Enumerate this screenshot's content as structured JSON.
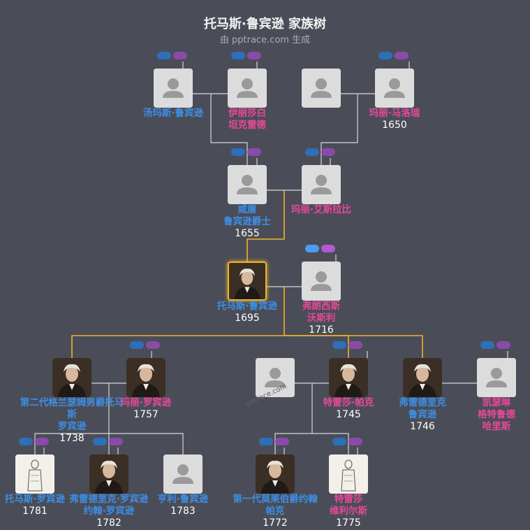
{
  "header": {
    "title": "托马斯·鲁宾逊 家族树",
    "subtitle": "由 pptrace.com 生成"
  },
  "colors": {
    "male": "#3d8ee6",
    "female": "#e8489a",
    "selected_line": "#f0b429",
    "line": "#d8d8d8",
    "background": "#4a4d57"
  },
  "people": [
    {
      "id": "p1",
      "name": [
        "汤玛斯·鲁宾逊"
      ],
      "year": "",
      "gender": "m",
      "photo": "placeholder"
    },
    {
      "id": "p2",
      "name": [
        "伊丽莎白",
        "坦克雷德"
      ],
      "year": "",
      "gender": "f",
      "photo": "placeholder"
    },
    {
      "id": "p3",
      "name": [],
      "year": "",
      "gender": "m",
      "photo": "placeholder"
    },
    {
      "id": "p4",
      "name": [
        "玛丽·马洛瑞"
      ],
      "year": "1650",
      "gender": "f",
      "photo": "placeholder"
    },
    {
      "id": "p5",
      "name": [
        "威廉",
        "鲁宾逊爵士"
      ],
      "year": "1655",
      "gender": "m",
      "photo": "placeholder"
    },
    {
      "id": "p6",
      "name": [
        "玛丽·艾斯拉比"
      ],
      "year": "",
      "gender": "f",
      "photo": "placeholder"
    },
    {
      "id": "p7",
      "name": [
        "托马斯·鲁宾逊"
      ],
      "year": "1695",
      "gender": "m",
      "photo": "portrait",
      "selected": true
    },
    {
      "id": "p8",
      "name": [
        "弗朗西斯",
        "沃斯利"
      ],
      "year": "1716",
      "gender": "f",
      "photo": "placeholder"
    },
    {
      "id": "p9",
      "name": [
        "第二代格兰瑟姆男爵托马斯",
        "罗宾逊"
      ],
      "year": "1738",
      "gender": "m",
      "photo": "portrait"
    },
    {
      "id": "p10",
      "name": [
        "玛丽·罗宾逊"
      ],
      "year": "1757",
      "gender": "f",
      "photo": "portrait"
    },
    {
      "id": "p11",
      "name": [],
      "year": "",
      "gender": "m",
      "photo": "placeholder"
    },
    {
      "id": "p12",
      "name": [
        "特雷莎·帕克"
      ],
      "year": "1745",
      "gender": "f",
      "photo": "portrait"
    },
    {
      "id": "p13",
      "name": [
        "弗雷德里克",
        "鲁宾逊"
      ],
      "year": "1746",
      "gender": "m",
      "photo": "portrait"
    },
    {
      "id": "p14",
      "name": [
        "凯瑟琳",
        "格特鲁德",
        "哈里斯"
      ],
      "year": "",
      "gender": "f",
      "photo": "placeholder"
    },
    {
      "id": "p15",
      "name": [
        "托马斯·罗宾逊"
      ],
      "year": "1781",
      "gender": "m",
      "photo": "sketch"
    },
    {
      "id": "p16",
      "name": [
        "弗雷德里克·罗宾逊",
        "约翰·罗宾逊"
      ],
      "year": "1782",
      "gender": "m",
      "photo": "portrait"
    },
    {
      "id": "p17",
      "name": [
        "亨利·鲁宾逊"
      ],
      "year": "1783",
      "gender": "m",
      "photo": "placeholder"
    },
    {
      "id": "p18",
      "name": [
        "第一代莫莱伯爵约翰",
        "帕克"
      ],
      "year": "1772",
      "gender": "m",
      "photo": "portrait"
    },
    {
      "id": "p19",
      "name": [
        "特雷莎",
        "维利尔斯"
      ],
      "year": "1775",
      "gender": "f",
      "photo": "sketch"
    }
  ],
  "watermark": "pptrace.com"
}
